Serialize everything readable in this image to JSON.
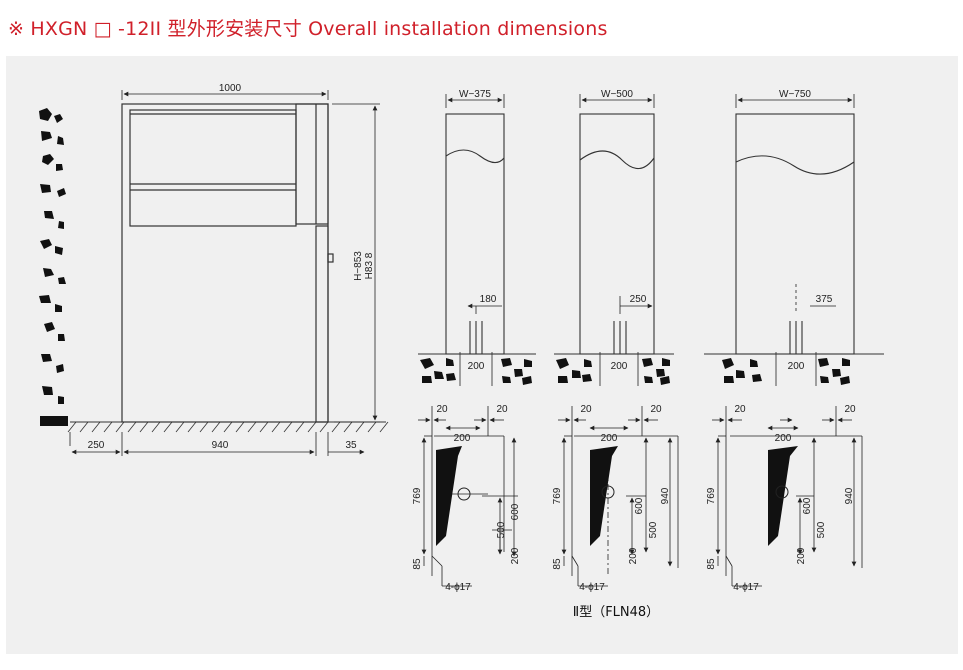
{
  "title": "※ HXGN □ -12II 型外形安装尺寸 Overall installation dimensions",
  "front_view": {
    "width_label": "1000",
    "height_label_1": "H−853",
    "height_label_2": "H83 8",
    "bottom_left_label": "250",
    "bottom_mid_label": "940",
    "bottom_right_label": "35"
  },
  "section_views": [
    {
      "width_label": "W−375",
      "offset_label": "180",
      "base_label": "200"
    },
    {
      "width_label": "W−500",
      "offset_label": "250",
      "base_label": "200"
    },
    {
      "width_label": "W−750",
      "offset_label": "375",
      "base_label": "200"
    }
  ],
  "plan_views": [
    {
      "left_gap": "20",
      "right_gap": "20",
      "top_width": "200",
      "depth": "769",
      "foot": "85",
      "hole": "4-ϕ17",
      "dim_600": "600",
      "dim_500": "500",
      "dim_200": "200"
    },
    {
      "left_gap": "20",
      "right_gap": "20",
      "top_width": "200",
      "depth": "769",
      "foot": "85",
      "hole": "4-ϕ17",
      "dim_600": "600",
      "dim_500": "500",
      "dim_200": "200",
      "dim_940": "940"
    },
    {
      "left_gap": "20",
      "right_gap": "20",
      "top_width": "200",
      "depth": "769",
      "foot": "85",
      "hole": "4-ϕ17",
      "dim_600": "600",
      "dim_500": "500",
      "dim_200": "200",
      "dim_940": "940"
    }
  ],
  "caption": "Ⅱ型（FLN48）"
}
